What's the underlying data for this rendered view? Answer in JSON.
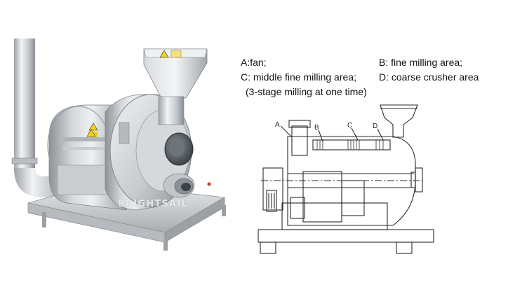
{
  "legend": {
    "a": "A:fan;",
    "b": "B: fine milling area;",
    "c": "C: middle fine milling area;",
    "d": "D: coarse crusher area",
    "note": "(3-stage milling at one time)"
  },
  "diagram_labels": {
    "a": "A",
    "b": "B",
    "c": "C",
    "d": "D"
  },
  "watermark": "BRIGHTSAIL",
  "colors": {
    "steel_light": "#e4e6e8",
    "steel_dark": "#6c7074",
    "line": "#2a2a2a",
    "warning": "#f2d21b"
  }
}
